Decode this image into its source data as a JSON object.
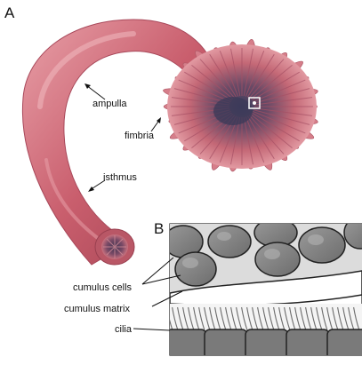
{
  "panels": {
    "a": "A",
    "b": "B"
  },
  "labels": {
    "ampulla": "ampulla",
    "fimbria": "fimbria",
    "isthmus": "isthmus",
    "cumulus_cells": "cumulus cells",
    "cumulus_matrix": "cumulus matrix",
    "cilia": "cilia"
  },
  "colors": {
    "tube": "#c96472",
    "tube_highlight": "#e79aa3",
    "fimbria_tip": "#d47c86",
    "fimbria_center": "#4a4a6a",
    "cell_fill": "#8a8a8a",
    "cell_dark": "#555555",
    "matrix": "#e6e6e6"
  }
}
